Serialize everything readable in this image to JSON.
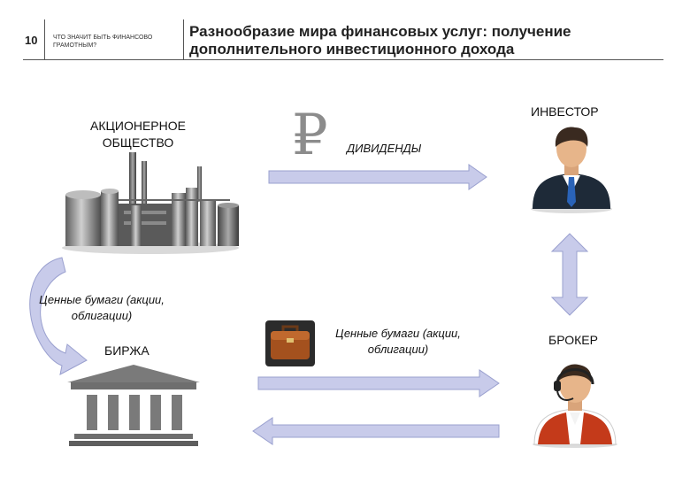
{
  "header": {
    "slide_number": "10",
    "subtitle": "ЧТО ЗНАЧИТ БЫТЬ ФИНАНСОВО ГРАМОТНЫМ?",
    "title": "Разнообразие мира финансовых услуг: получение дополнительного инвестиционного дохода"
  },
  "nodes": {
    "company": "АКЦИОНЕРНОЕ ОБЩЕСТВО",
    "exchange": "БИРЖА",
    "investor": "ИНВЕСТОР",
    "broker": "БРОКЕР"
  },
  "flows": {
    "currency_symbol": "₽",
    "dividends": "ДИВИДЕНДЫ",
    "securities_left": "Ценные бумаги (акции, облигации)",
    "securities_center": "Ценные бумаги (акции, облигации)"
  },
  "colors": {
    "arrow_fill": "#c8cbea",
    "arrow_stroke": "#9aa0cf",
    "building": "#7a7a7a",
    "suit": "#1e2a38",
    "tie": "#2a63b8",
    "vest": "#c43a1a",
    "briefcase": "#a4511e"
  },
  "icons": [
    "factory-icon",
    "ruble-icon",
    "investor-icon",
    "exchange-building-icon",
    "briefcase-icon",
    "broker-icon"
  ]
}
